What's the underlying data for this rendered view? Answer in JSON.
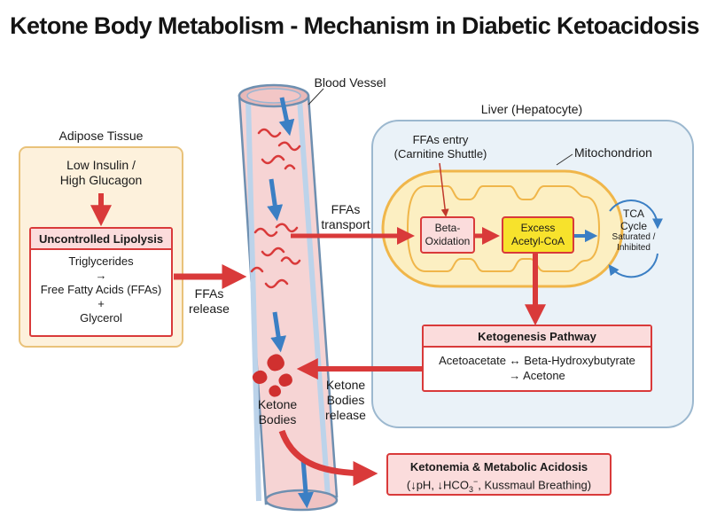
{
  "title": "Ketone Body Metabolism - Mechanism in Diabetic Ketoacidosis",
  "adipose": {
    "label": "Adipose Tissue",
    "trigger_line1": "Low Insulin /",
    "trigger_line2": "High Glucagon",
    "lipolysis_title": "Uncontrolled Lipolysis",
    "lipolysis_line1": "Triglycerides",
    "lipolysis_arrow": "→",
    "lipolysis_line2": "Free Fatty Acids (FFAs)",
    "lipolysis_plus": "+",
    "lipolysis_line3": "Glycerol"
  },
  "blood_vessel": {
    "label": "Blood Vessel",
    "ffas_release_line1": "FFAs",
    "ffas_release_line2": "release",
    "ffas_transport_line1": "FFAs",
    "ffas_transport_line2": "transport",
    "ketone_bodies_line1": "Ketone",
    "ketone_bodies_line2": "Bodies",
    "ketone_release_line1": "Ketone",
    "ketone_release_line2": "Bodies",
    "ketone_release_line3": "release"
  },
  "liver": {
    "label": "Liver (Hepatocyte)",
    "ffas_entry_line1": "FFAs entry",
    "ffas_entry_line2": "(Carnitine Shuttle)",
    "mitochondrion_label": "Mitochondrion",
    "beta_ox_line1": "Beta-",
    "beta_ox_line2": "Oxidation",
    "acetyl_line1": "Excess",
    "acetyl_line2": "Acetyl-CoA",
    "tca_line1": "TCA",
    "tca_line2": "Cycle",
    "tca_line3": "Saturated /",
    "tca_line4": "Inhibited",
    "keto_title": "Ketogenesis Pathway",
    "keto_line1": "Acetoacetate ↔ Beta-Hydroxybutyrate",
    "keto_line2": "→ Acetone"
  },
  "outcome": {
    "title": "Ketonemia & Metabolic Acidosis",
    "detail_pre": "(↓pH, ↓HCO",
    "detail_sub": "3",
    "detail_sup": "−",
    "detail_post": ", Kussmaul Breathing)"
  },
  "colors": {
    "red": "#d93a3a",
    "blue": "#3b7fc4",
    "adipose_fill": "#fdf1dc",
    "adipose_border": "#e9c27a",
    "liver_fill": "#eaf2f8",
    "liver_border": "#9cb8cf",
    "vessel_fill": "#f6d4d4",
    "acetyl_fill": "#f7e22c",
    "mito_fill": "#fcefc2"
  }
}
